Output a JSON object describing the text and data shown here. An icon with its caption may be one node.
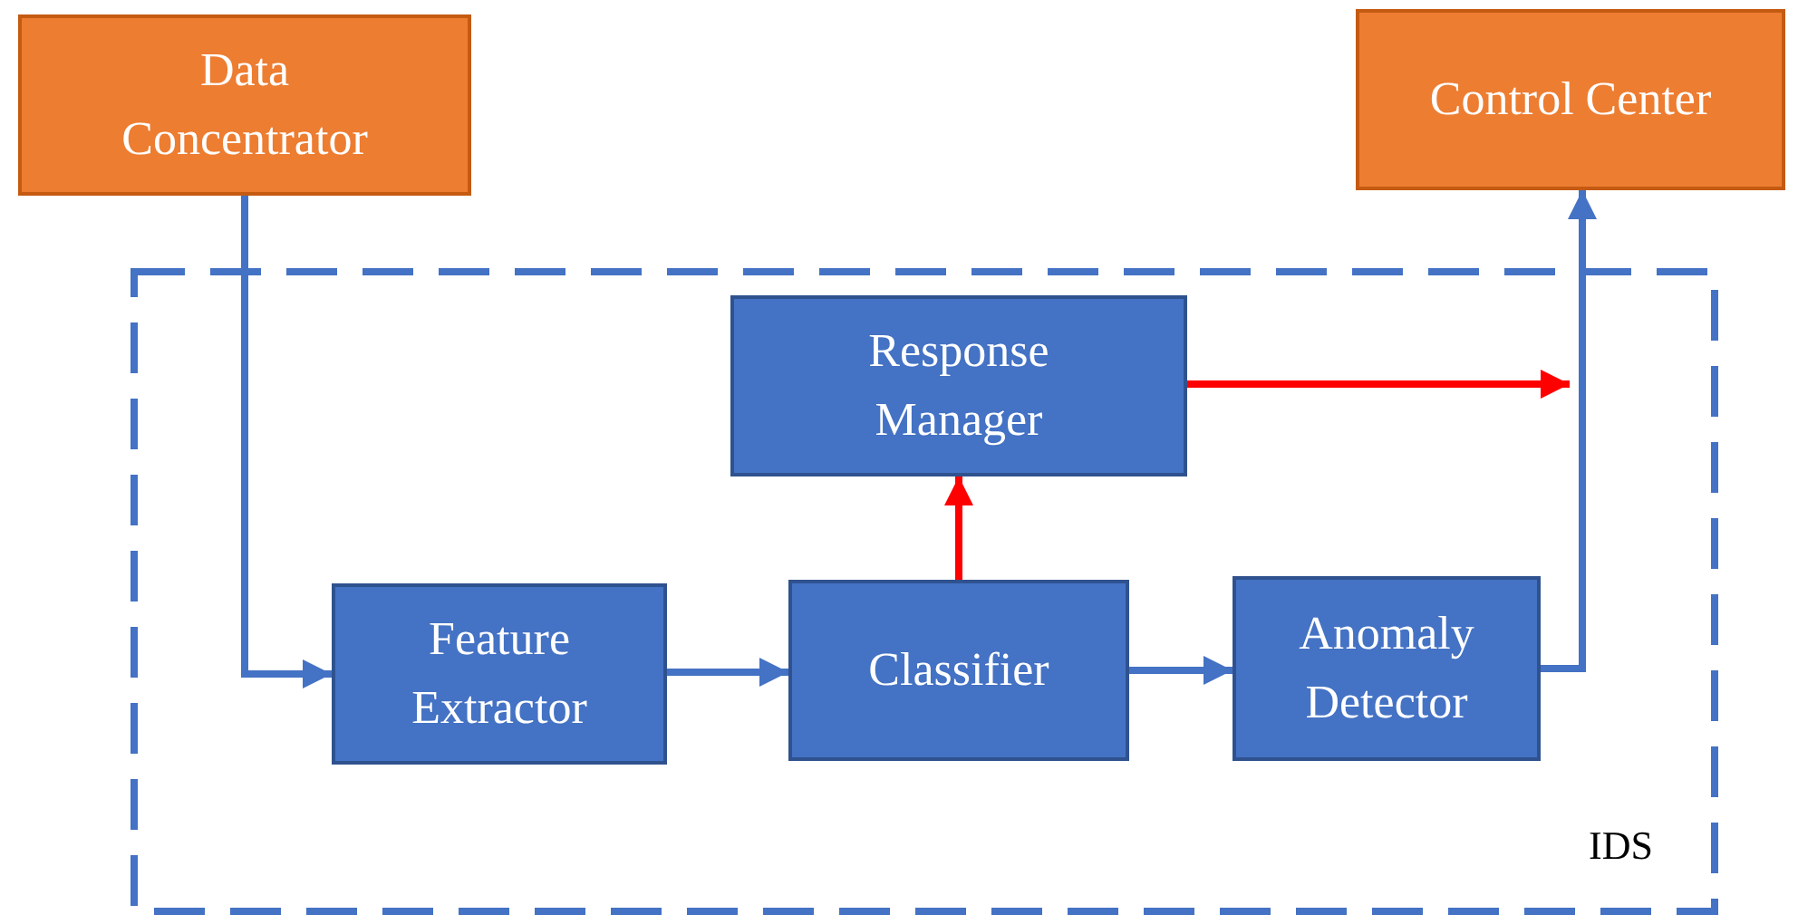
{
  "diagram": {
    "nodes": [
      {
        "text": [
          "Data Concentrator"
        ]
      },
      {
        "text": [
          "Control Center"
        ]
      },
      {
        "text": [
          "IDS"
        ]
      },
      {
        "text": [
          "Response Manager"
        ],
        "in": 2
      },
      {
        "text": [
          "Feature Extractor"
        ],
        "in": 2
      },
      {
        "text": [
          "Classifier"
        ],
        "in": 2
      },
      {
        "text": [
          "Anomaly Detector"
        ],
        "in": 2
      }
    ],
    "edges": [
      {
        "from": 0,
        "to": 4,
        "arrow": "to"
      },
      {
        "from": 4,
        "to": 5,
        "arrow": "to"
      },
      {
        "from": 5,
        "to": 6,
        "arrow": "to"
      },
      {
        "from": 5,
        "to": 3,
        "arrow": "to",
        "color": "#ff0000"
      },
      {
        "from": 3,
        "to": null,
        "arrow": "to",
        "color": "#ff0000"
      },
      {
        "from": 6,
        "to": 1,
        "arrow": "to"
      }
    ]
  }
}
